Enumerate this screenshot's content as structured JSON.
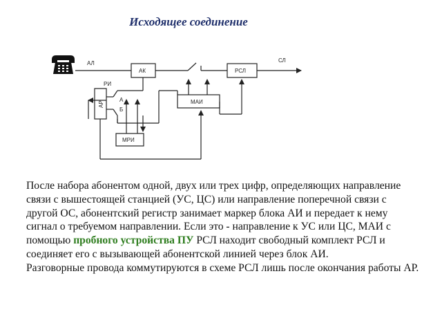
{
  "title": "Исходящее соединение",
  "diagram": {
    "labels": {
      "al": "АЛ",
      "sl": "СЛ",
      "ri": "РИ",
      "a": "А",
      "b": "Б",
      "ar": "АР",
      "ak": "АК",
      "rsl": "РСЛ",
      "mai": "МАИ",
      "mri": "МРИ"
    },
    "icons": [
      "telephone-icon",
      "switch-contact-icon",
      "arrow-icon"
    ]
  },
  "text": {
    "p1_part1": "После набора абонентом одной, двух или трех цифр, определяющих направление связи с вышестоящей станцией (УС, ЦС) или направление поперечной связи с другой ОС, абонентский регистр занимает маркер блока АИ и передает к нему сигнал о требуемом направлении. Если это - направление к УС или ЦС, МАИ с помощью ",
    "p1_highlight": "пробного устройства ПУ",
    "p1_part2": " РСЛ находит свободный комплект РСЛ и соединяет его с вызывающей абонентской линией через блок АИ.",
    "p2": "Разговорные провода коммутируются в схеме РСЛ лишь после окончания работы АР."
  },
  "colors": {
    "title": "#1f2f6b",
    "highlight": "#2e7d1e",
    "line": "#222222"
  }
}
